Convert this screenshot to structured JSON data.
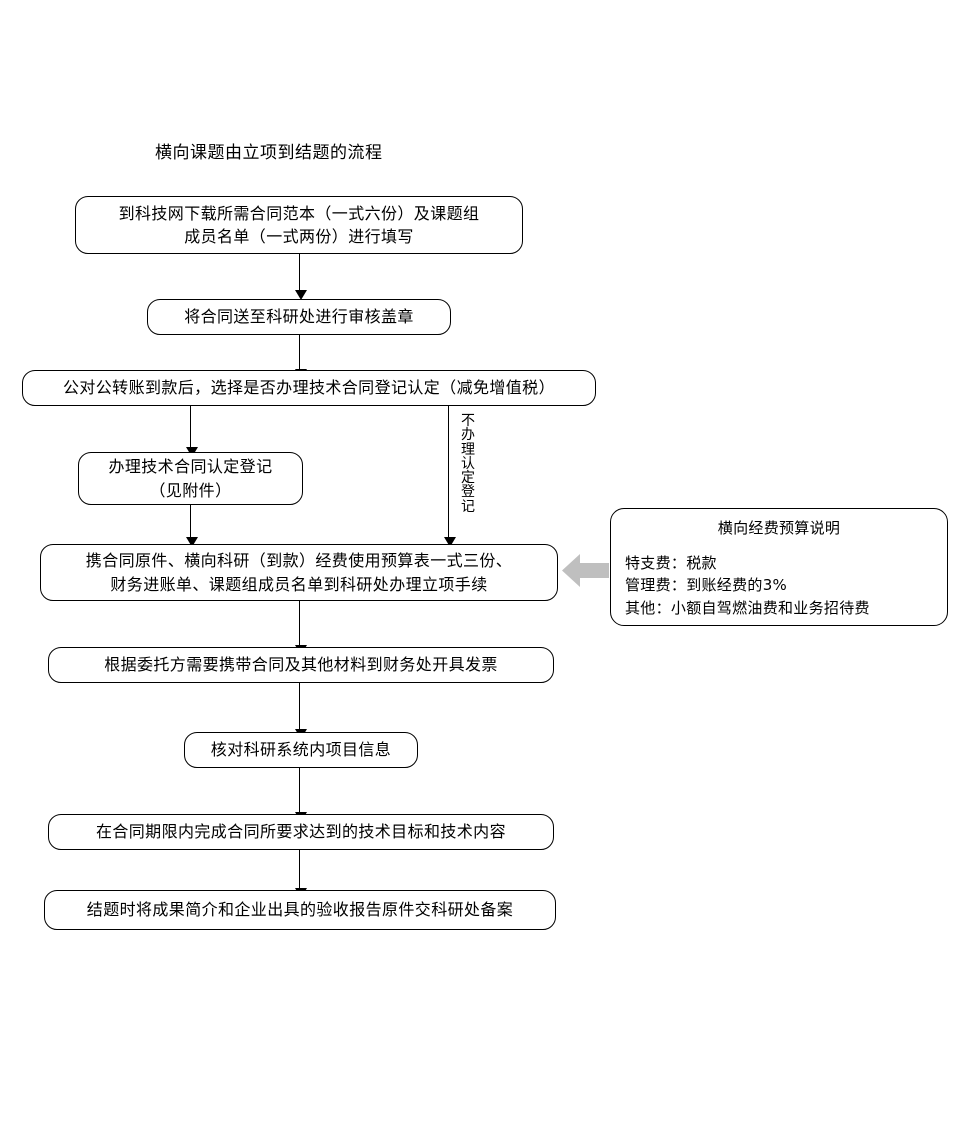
{
  "title": "横向课题由立项到结题的流程",
  "colors": {
    "stroke": "#000000",
    "background": "#ffffff",
    "block_arrow_fill": "#bfbfbf"
  },
  "nodes": [
    {
      "id": "download-contract-template",
      "lines": [
        "到科技网下载所需合同范本（一式六份）及课题组",
        "成员名单（一式两份）进行填写"
      ]
    },
    {
      "id": "submit-contract-for-review",
      "lines": [
        "将合同送至科研处进行审核盖章"
      ]
    },
    {
      "id": "choose-tech-contract-registration",
      "lines": [
        "公对公转账到款后，选择是否办理技术合同登记认定（减免增值税）"
      ]
    },
    {
      "id": "do-tech-contract-registration",
      "lines": [
        "办理技术合同认定登记",
        "（见附件）"
      ]
    },
    {
      "id": "project-initiation-procedures",
      "lines": [
        "携合同原件、横向科研（到款）经费使用预算表一式三份、",
        "财务进账单、课题组成员名单到科研处办理立项手续"
      ]
    },
    {
      "id": "issue-invoice-at-finance",
      "lines": [
        "根据委托方需要携带合同及其他材料到财务处开具发票"
      ]
    },
    {
      "id": "verify-project-info-in-system",
      "lines": [
        "核对科研系统内项目信息"
      ]
    },
    {
      "id": "complete-technical-goals",
      "lines": [
        "在合同期限内完成合同所要求达到的技术目标和技术内容"
      ]
    },
    {
      "id": "file-acceptance-report",
      "lines": [
        "结题时将成果简介和企业出具的验收报告原件交科研处备案"
      ]
    }
  ],
  "branch_label": {
    "id": "no-registration-branch",
    "text": "不办理认定登记",
    "chars": [
      "不",
      "办",
      "理",
      "认",
      "定",
      "登",
      "记"
    ]
  },
  "note": {
    "id": "budget-note",
    "title": "横向经费预算说明",
    "lines": [
      "特支费：税款",
      "管理费：到账经费的3%",
      "其他：小额自驾燃油费和业务招待费"
    ]
  },
  "icons": {
    "block_arrow": "arrow-left-icon"
  }
}
